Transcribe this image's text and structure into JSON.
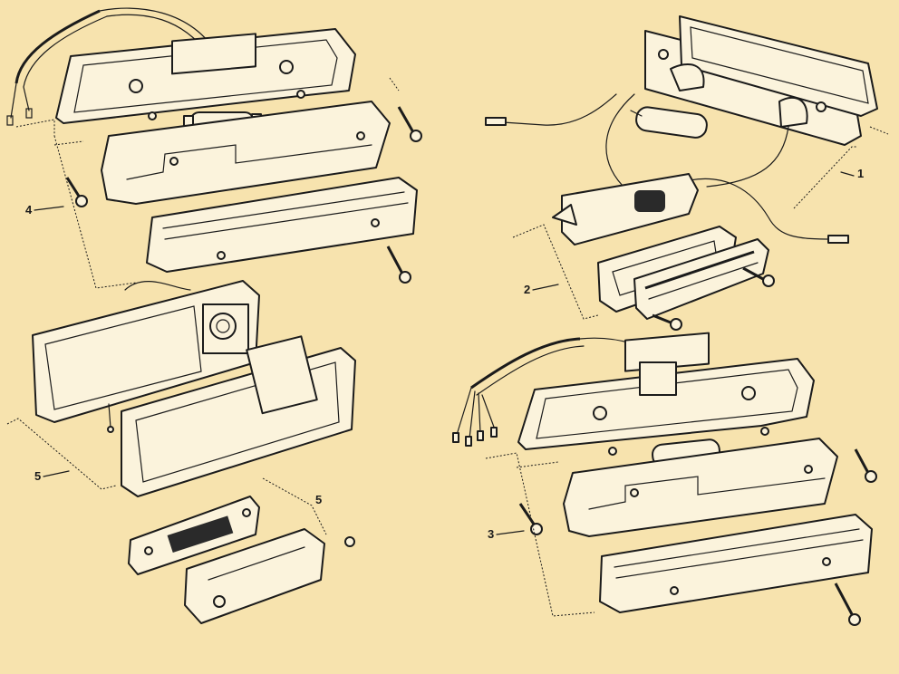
{
  "callouts": {
    "c1": "1",
    "c2": "2",
    "c3": "3",
    "c4": "4",
    "c5a": "5",
    "c5b": "5"
  },
  "colors": {
    "background": "#f7e3ae",
    "ink": "#1b1b1b",
    "part_fill": "#fbf3dc"
  }
}
